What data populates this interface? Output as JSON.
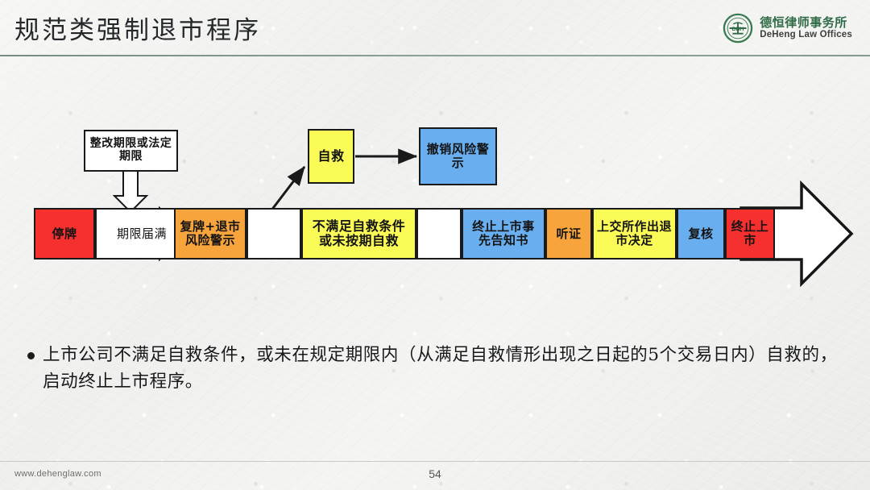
{
  "slide": {
    "title": "规范类强制退市程序",
    "page_number": "54"
  },
  "logo": {
    "cn_name": "德恒律师事务所",
    "en_name": "DeHeng Law Offices",
    "mark_text": "DHH",
    "color": "#2f6b46"
  },
  "colors": {
    "red": "#f5302e",
    "orange": "#f7a43c",
    "yellow": "#fbfb58",
    "blue": "#69aeee",
    "white": "#ffffff",
    "outline": "#1a1a1a",
    "rule_green": "#5d7d6a"
  },
  "flow": {
    "top_note": "整改期限或法定期限",
    "branch_self_rescue": "自救",
    "branch_revoke": "撤销风险警示",
    "steps": [
      {
        "label": "停牌",
        "color": "red"
      },
      {
        "label": "期限届满",
        "color": "white"
      },
      {
        "label": "复牌+退市风险警示",
        "color": "orange"
      },
      {
        "label": "",
        "color": "white"
      },
      {
        "label": "不满足自救条件或未按期自救",
        "color": "yellow"
      },
      {
        "label": "",
        "color": "white"
      },
      {
        "label": "终止上市事先告知书",
        "color": "blue"
      },
      {
        "label": "听证",
        "color": "orange"
      },
      {
        "label": "上交所作出退市决定",
        "color": "yellow"
      },
      {
        "label": "复核",
        "color": "blue"
      },
      {
        "label": "终止上市",
        "color": "red"
      }
    ]
  },
  "body": {
    "bullet_text": "上市公司不满足自救条件，或未在规定期限内（从满足自救情形出现之日起的5个交易日内）自救的，启动终止上市程序。"
  },
  "footer": {
    "url": "www.dehenglaw.com",
    "page": "54"
  }
}
